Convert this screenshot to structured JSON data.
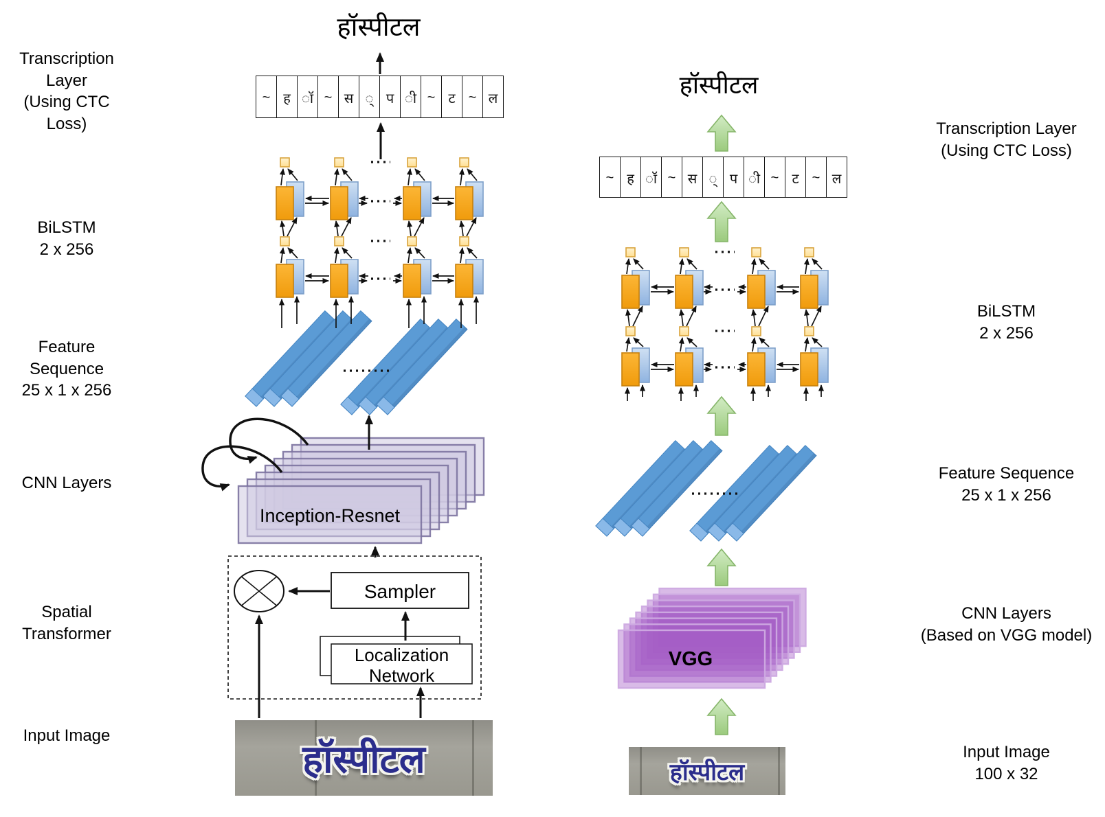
{
  "predicted_word": "हॉस्पीटल",
  "input_sign_text": "हॉस्पीटल",
  "ctc_cells": [
    "~",
    "ह",
    "ॉ",
    "~",
    "स",
    "्",
    "प",
    "ी",
    "~",
    "ट",
    "~",
    "ल"
  ],
  "left_labels": {
    "transcription": [
      "Transcription",
      "Layer",
      "(Using CTC",
      "Loss)"
    ],
    "bilstm": [
      "BiLSTM",
      "2 x 256"
    ],
    "feature": [
      "Feature",
      "Sequence",
      "25 x 1 x 256"
    ],
    "cnn": [
      "CNN Layers"
    ],
    "spatial": [
      "Spatial",
      "Transformer"
    ],
    "input": [
      "Input Image"
    ]
  },
  "right_labels": {
    "transcription": [
      "Transcription Layer",
      "(Using CTC Loss)"
    ],
    "bilstm": [
      "BiLSTM",
      "2 x 256"
    ],
    "feature": [
      "Feature Sequence",
      "25 x 1 x 256"
    ],
    "cnn": [
      "CNN Layers",
      "(Based on VGG model)"
    ],
    "input": [
      "Input Image",
      "100 x 32"
    ]
  },
  "boxes": {
    "cnn_left": "Inception-Resnet",
    "cnn_right": "VGG",
    "sampler": "Sampler",
    "localization": [
      "Localization",
      "Network"
    ]
  },
  "colors": {
    "lstm_orange": "#F5A623",
    "lstm_blue": "#9DC3E6",
    "state_square": "#FFE699",
    "feature_bar": "#5B9BD5",
    "cnn_left_layer": "#D5D0E5",
    "cnn_right_layer": "#A85CC8",
    "flow_arrow_green": "#A9D18E",
    "sign_navy": "#2B2D8C"
  }
}
